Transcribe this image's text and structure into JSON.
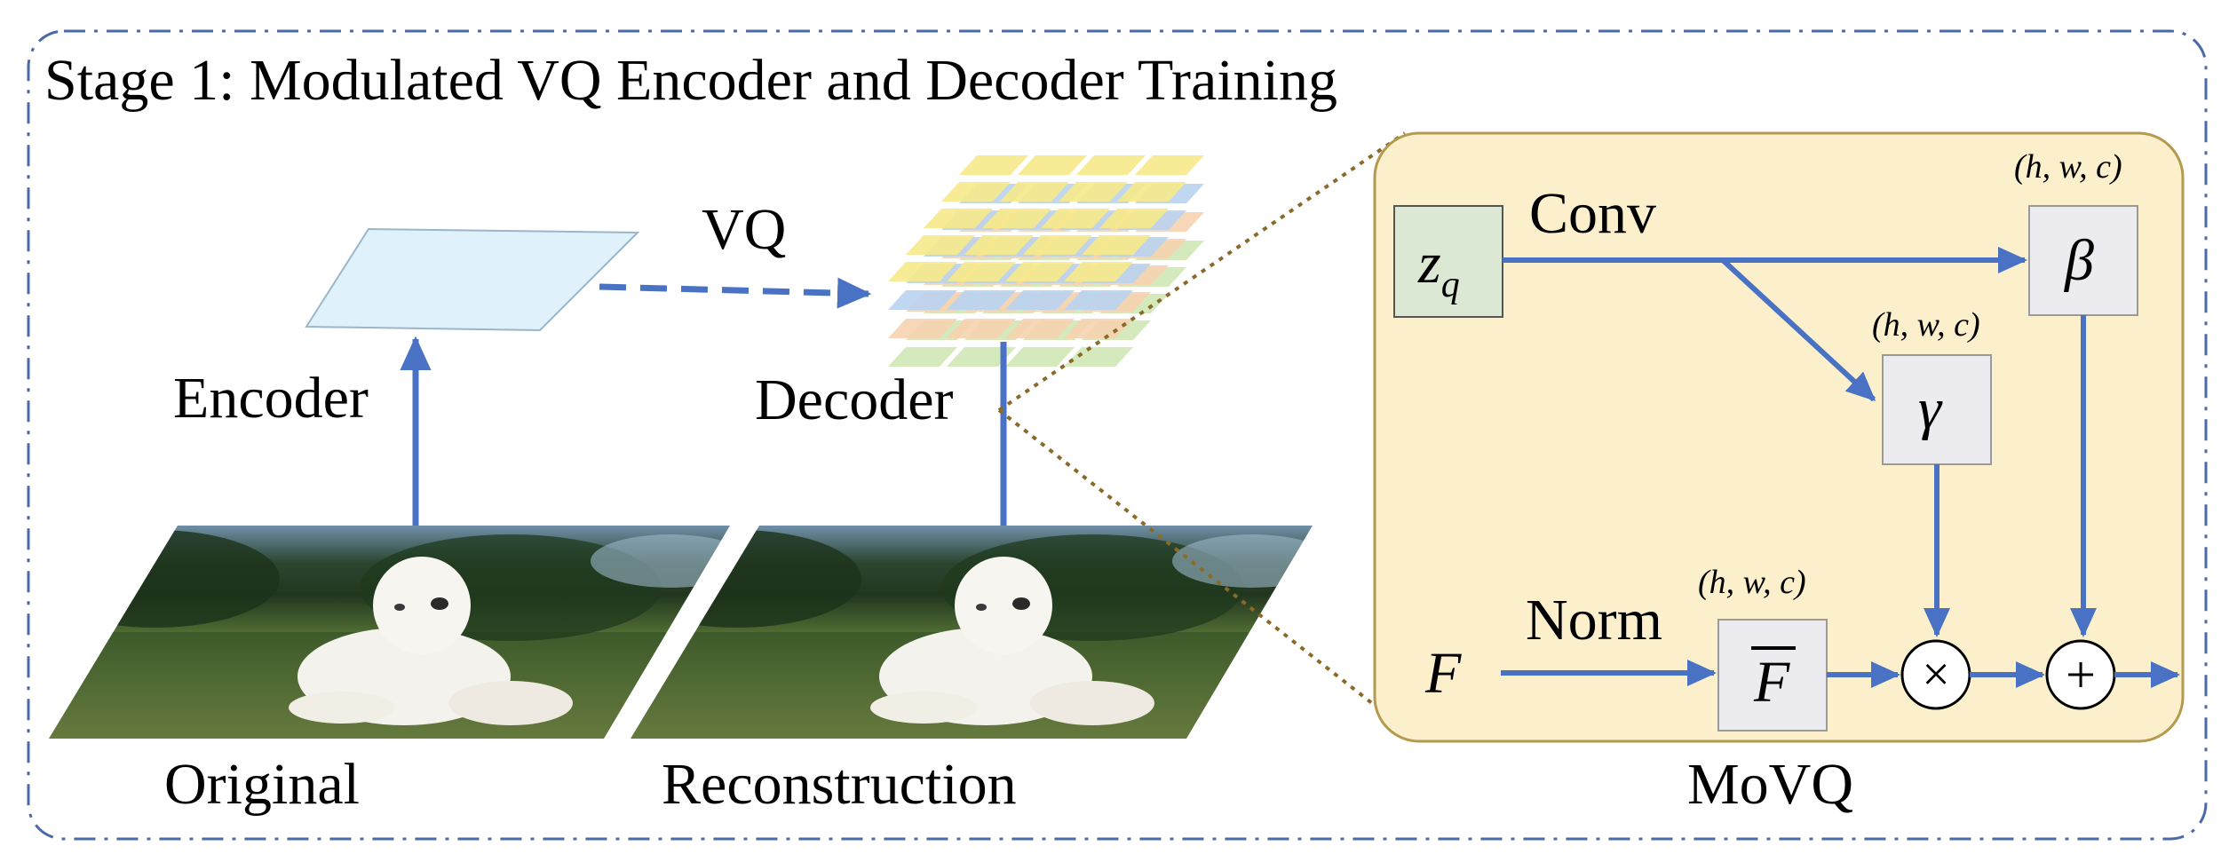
{
  "title": "Stage 1: Modulated VQ Encoder and Decoder Training",
  "labels": {
    "encoder": "Encoder",
    "decoder": "Decoder",
    "vq": "VQ",
    "original": "Original",
    "reconstruction": "Reconstruction",
    "movq": "MoVQ"
  },
  "movq": {
    "conv": "Conv",
    "norm": "Norm",
    "zq_base": "z",
    "zq_sub": "q",
    "beta": "β",
    "gamma": "γ",
    "F": "F",
    "F_bar": "F",
    "times": "×",
    "plus": "+",
    "dims_beta": "(h, w, c)",
    "dims_gamma": "(h, w, c)",
    "dims_fbar": "(h, w, c)"
  },
  "colors": {
    "arrow": "#4a72c4",
    "panel_fill": "#fcefcc",
    "panel_stroke": "#b49a4e",
    "zq_fill": "#dbe8d4",
    "box_fill": "#ececf0",
    "frame_stroke": "#4a6aa8",
    "feature_map": "#dff1fa"
  }
}
